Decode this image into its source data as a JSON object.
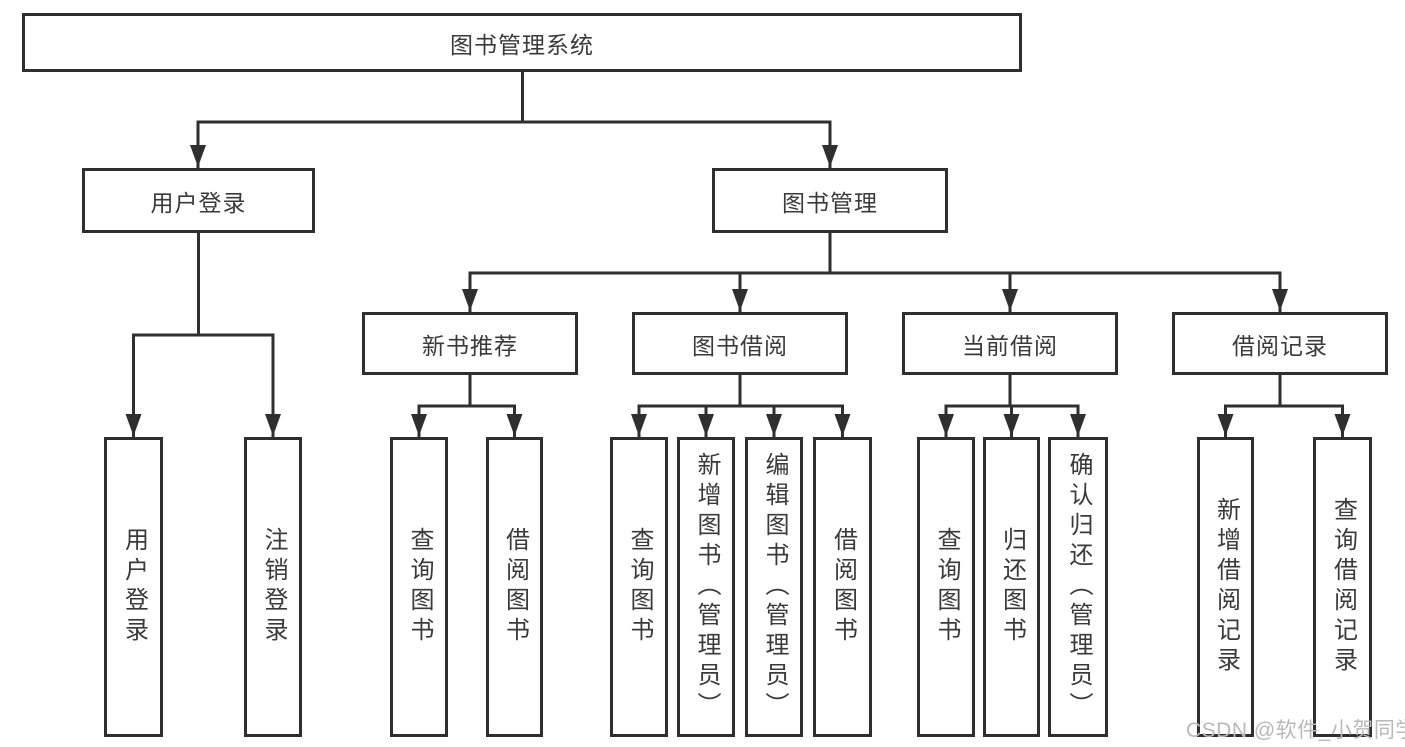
{
  "diagram": {
    "root": {
      "label": "图书管理系统"
    },
    "branches": [
      {
        "label": "用户登录",
        "children": [
          {
            "label": "用户登录"
          },
          {
            "label": "注销登录"
          }
        ]
      },
      {
        "label": "图书管理",
        "children": [
          {
            "label": "新书推荐",
            "children": [
              {
                "label": "查询图书"
              },
              {
                "label": "借阅图书"
              }
            ]
          },
          {
            "label": "图书借阅",
            "children": [
              {
                "label": "查询图书"
              },
              {
                "label": "新增图书（管理员）"
              },
              {
                "label": "编辑图书（管理员）"
              },
              {
                "label": "借阅图书"
              }
            ]
          },
          {
            "label": "当前借阅",
            "children": [
              {
                "label": "查询图书"
              },
              {
                "label": "归还图书"
              },
              {
                "label": "确认归还（管理员）"
              }
            ]
          },
          {
            "label": "借阅记录",
            "children": [
              {
                "label": "新增借阅记录"
              },
              {
                "label": "查询借阅记录"
              }
            ]
          }
        ]
      }
    ]
  },
  "watermark": {
    "text": "CSDN @软件_小贺同学"
  },
  "colors": {
    "line": "#2f2f2f",
    "text": "#3a3a3a",
    "watermark": "#b9b9b9",
    "background": "#ffffff"
  }
}
